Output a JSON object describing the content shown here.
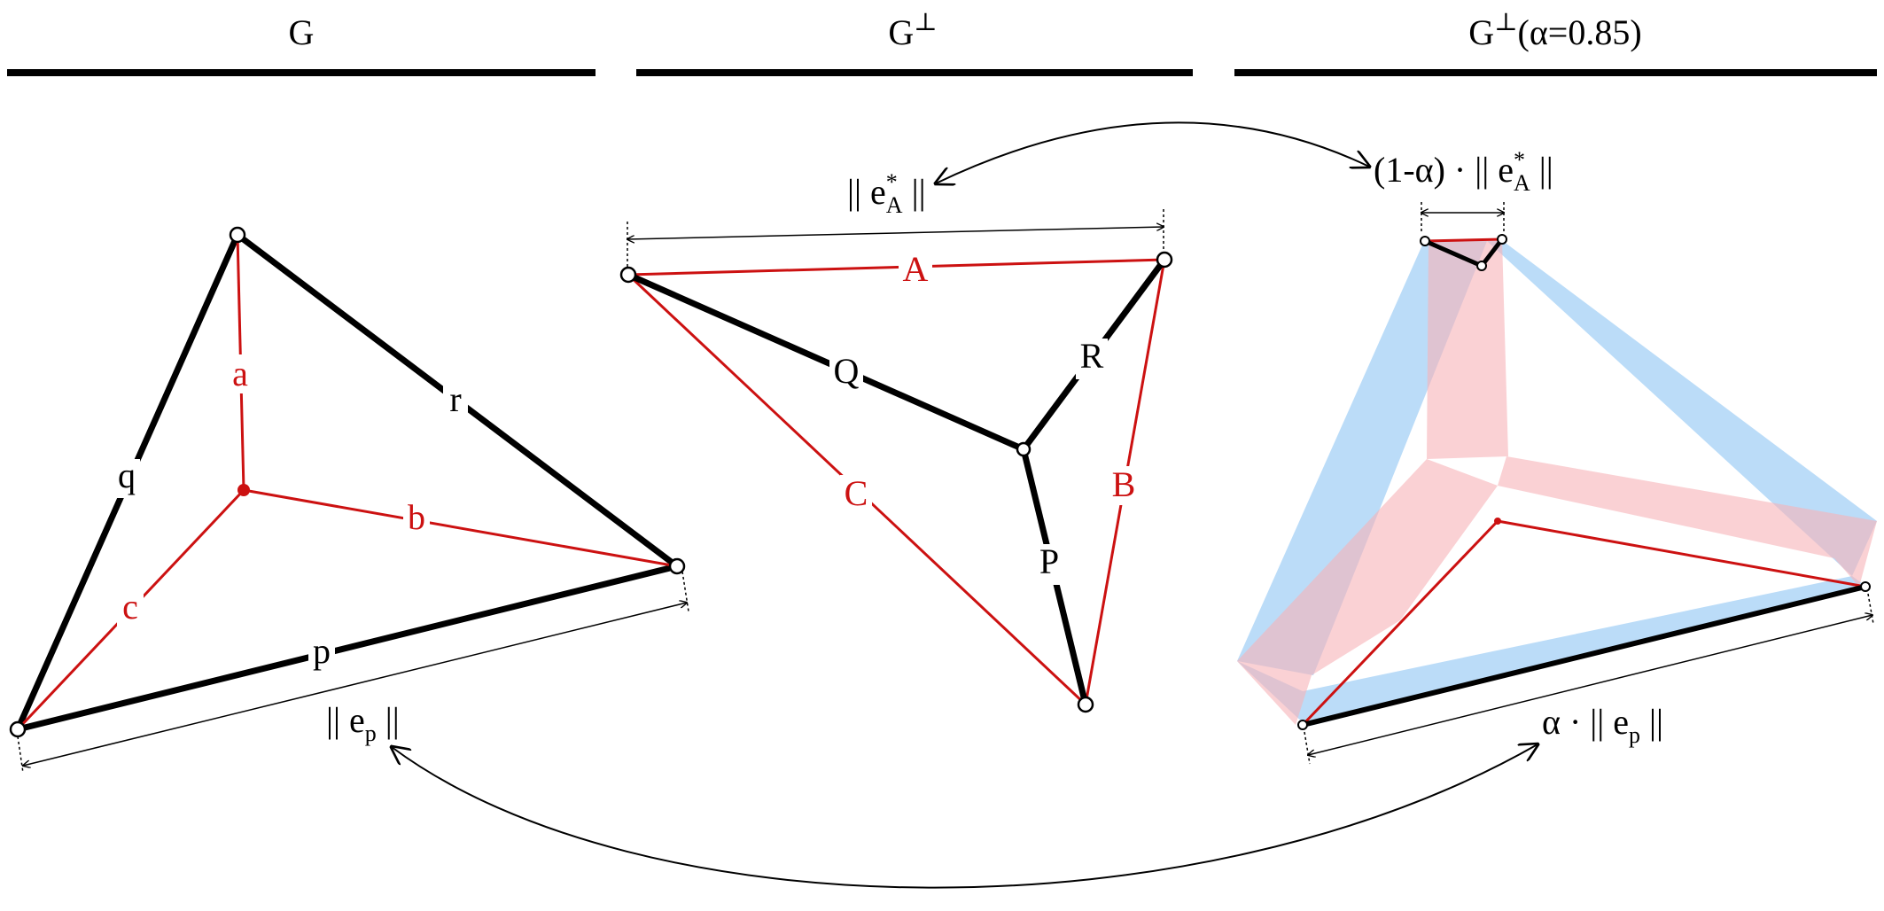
{
  "panels": [
    {
      "id": "g",
      "title_main": "G",
      "title_sup": "",
      "title_suffix": ""
    },
    {
      "id": "g-dual",
      "title_main": "G",
      "title_sup": "⊥",
      "title_suffix": ""
    },
    {
      "id": "g-dual-alpha",
      "title_main": "G",
      "title_sup": "⊥",
      "title_suffix": "(α=0.85)"
    }
  ],
  "graph_g": {
    "edge_labels": {
      "q": "q",
      "r": "r",
      "p": "p",
      "a": "a",
      "b": "b",
      "c": "c"
    },
    "measure": {
      "open": "|| e",
      "sub": "p",
      "close": " ||"
    }
  },
  "graph_dual": {
    "edge_labels": {
      "A": "A",
      "B": "B",
      "C": "C",
      "P": "P",
      "Q": "Q",
      "R": "R"
    },
    "measure": {
      "open": "|| e",
      "sup": "*",
      "sub": "A",
      "close": " ||"
    }
  },
  "graph_dual_alpha": {
    "measure_top": {
      "prefix": "(1-α) · || e",
      "sup": "*",
      "sub": "A",
      "close": " ||"
    },
    "measure_bottom": {
      "prefix": "α · || e",
      "sub": "p",
      "close": " ||"
    }
  },
  "colors": {
    "black": "#000000",
    "red": "#cc1111",
    "pink_fill": "#f7b2b8",
    "blue_fill": "#9ecdf5"
  }
}
